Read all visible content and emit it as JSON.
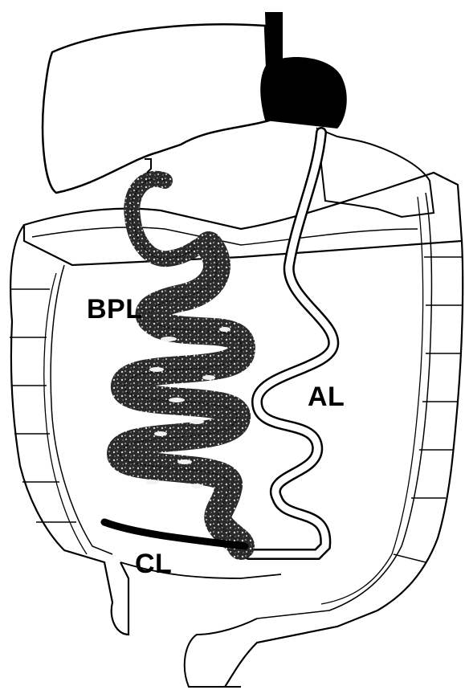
{
  "labels": {
    "bpl": "BPL",
    "al": "AL",
    "cl": "CL"
  },
  "colors": {
    "outline": "#000000",
    "background": "#ffffff",
    "limb_fill": "#2b2b2b",
    "limb_speckle": "#cfcfcf"
  }
}
